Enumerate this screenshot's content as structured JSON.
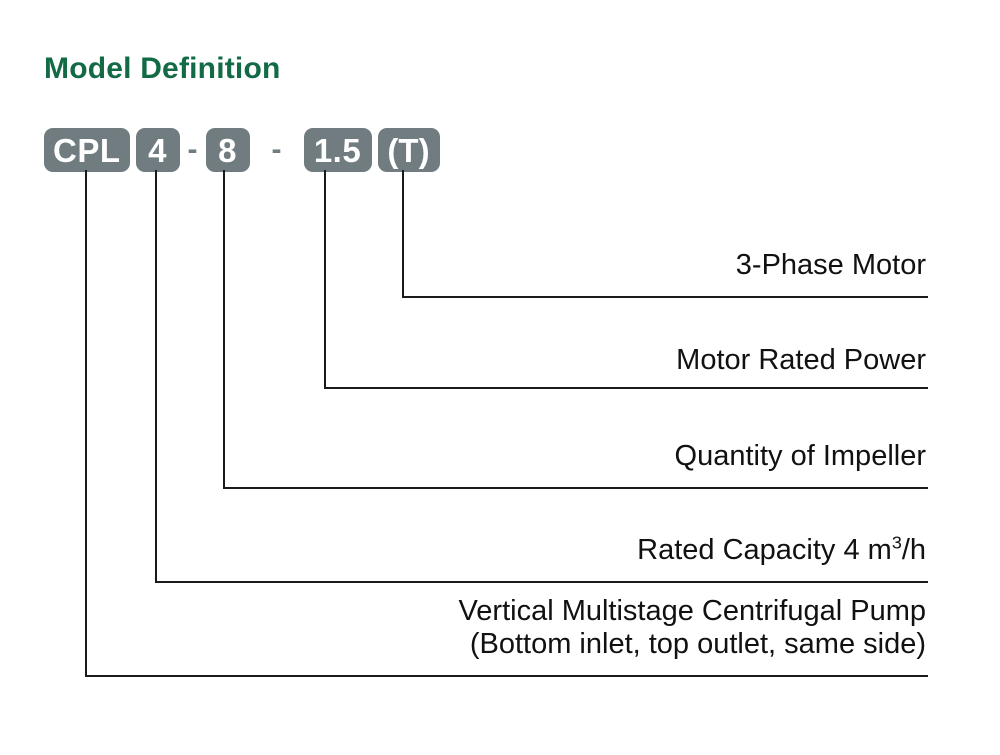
{
  "title": "Model Definition",
  "accent_color": "#126b45",
  "badge_color": "#707c7f",
  "line_color": "#1a1a1a",
  "model_code": {
    "full": "CPL 4 - 8 - 1.5 (T)",
    "segments": [
      {
        "name": "series",
        "text": "CPL",
        "type": "badge"
      },
      {
        "name": "capacity",
        "text": "4",
        "type": "badge"
      },
      {
        "name": "separator-1",
        "text": "-",
        "type": "separator"
      },
      {
        "name": "stages",
        "text": "8",
        "type": "badge"
      },
      {
        "name": "separator-2",
        "text": "-",
        "type": "separator"
      },
      {
        "name": "power",
        "text": "1.5",
        "type": "badge"
      },
      {
        "name": "phase",
        "text": "(T)",
        "type": "badge"
      }
    ]
  },
  "callouts": [
    {
      "id": "phase",
      "line1": "3-Phase Motor",
      "line2": "",
      "unit_sup": ""
    },
    {
      "id": "power",
      "line1": "Motor Rated Power",
      "line2": "",
      "unit_sup": ""
    },
    {
      "id": "impeller",
      "line1": "Quantity of Impeller",
      "line2": "",
      "unit_sup": ""
    },
    {
      "id": "capacity",
      "line1_pre": "Rated Capacity  4 m",
      "line1_sup": "3",
      "line1_post": "/h",
      "line2": "",
      "unit_sup": "3"
    },
    {
      "id": "series",
      "line1": "Vertical Multistage Centrifugal Pump",
      "line2": "(Bottom inlet, top outlet, same side)",
      "unit_sup": ""
    }
  ]
}
